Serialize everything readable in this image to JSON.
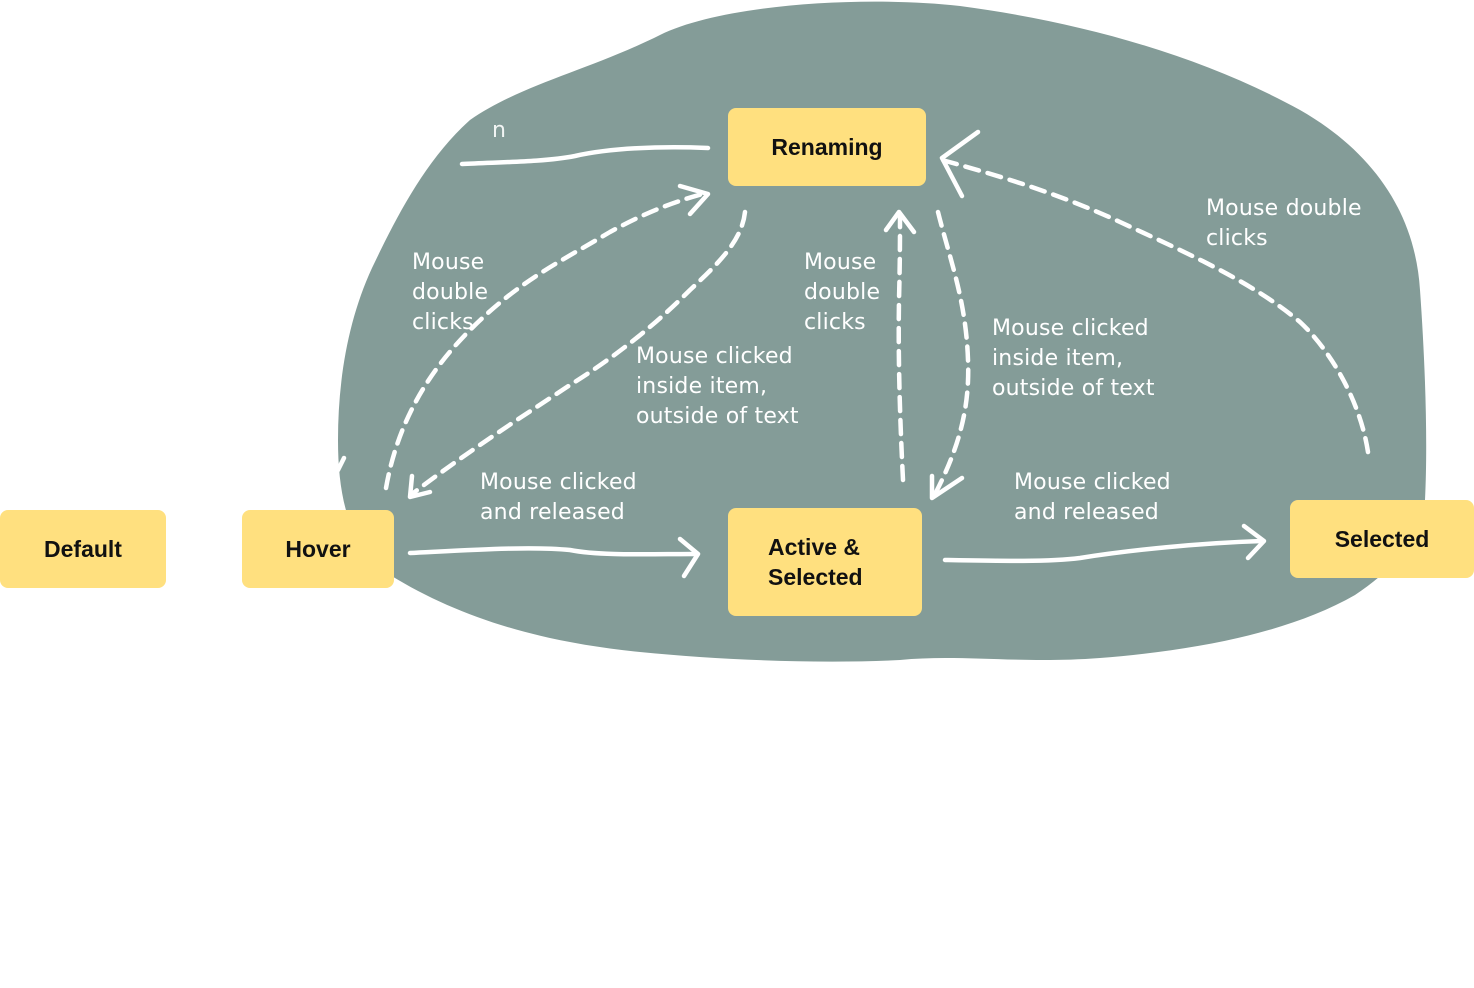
{
  "colors": {
    "background": "#ffffff",
    "region": "#849C98",
    "node": "#FFE07F",
    "node_text": "#111111",
    "arrow": "#ffffff"
  },
  "nodes": {
    "default": "Default",
    "hover": "Hover",
    "active_selected": "Active &\nSelected",
    "renaming": "Renaming",
    "selected": "Selected"
  },
  "labels": {
    "hover_to_active": "Mouse clicked\nand released",
    "active_to_selected": "Mouse clicked\nand released",
    "hover_to_renaming": "Mouse\ndouble\nclicks",
    "renaming_to_hover": "Mouse clicked\ninside item,\noutside of text",
    "active_to_renaming": "Mouse\ndouble\nclicks",
    "renaming_to_active": "Mouse clicked\ninside item,\noutside of text",
    "selected_to_renaming": "Mouse double\nclicks",
    "partial_clipped": "n"
  }
}
